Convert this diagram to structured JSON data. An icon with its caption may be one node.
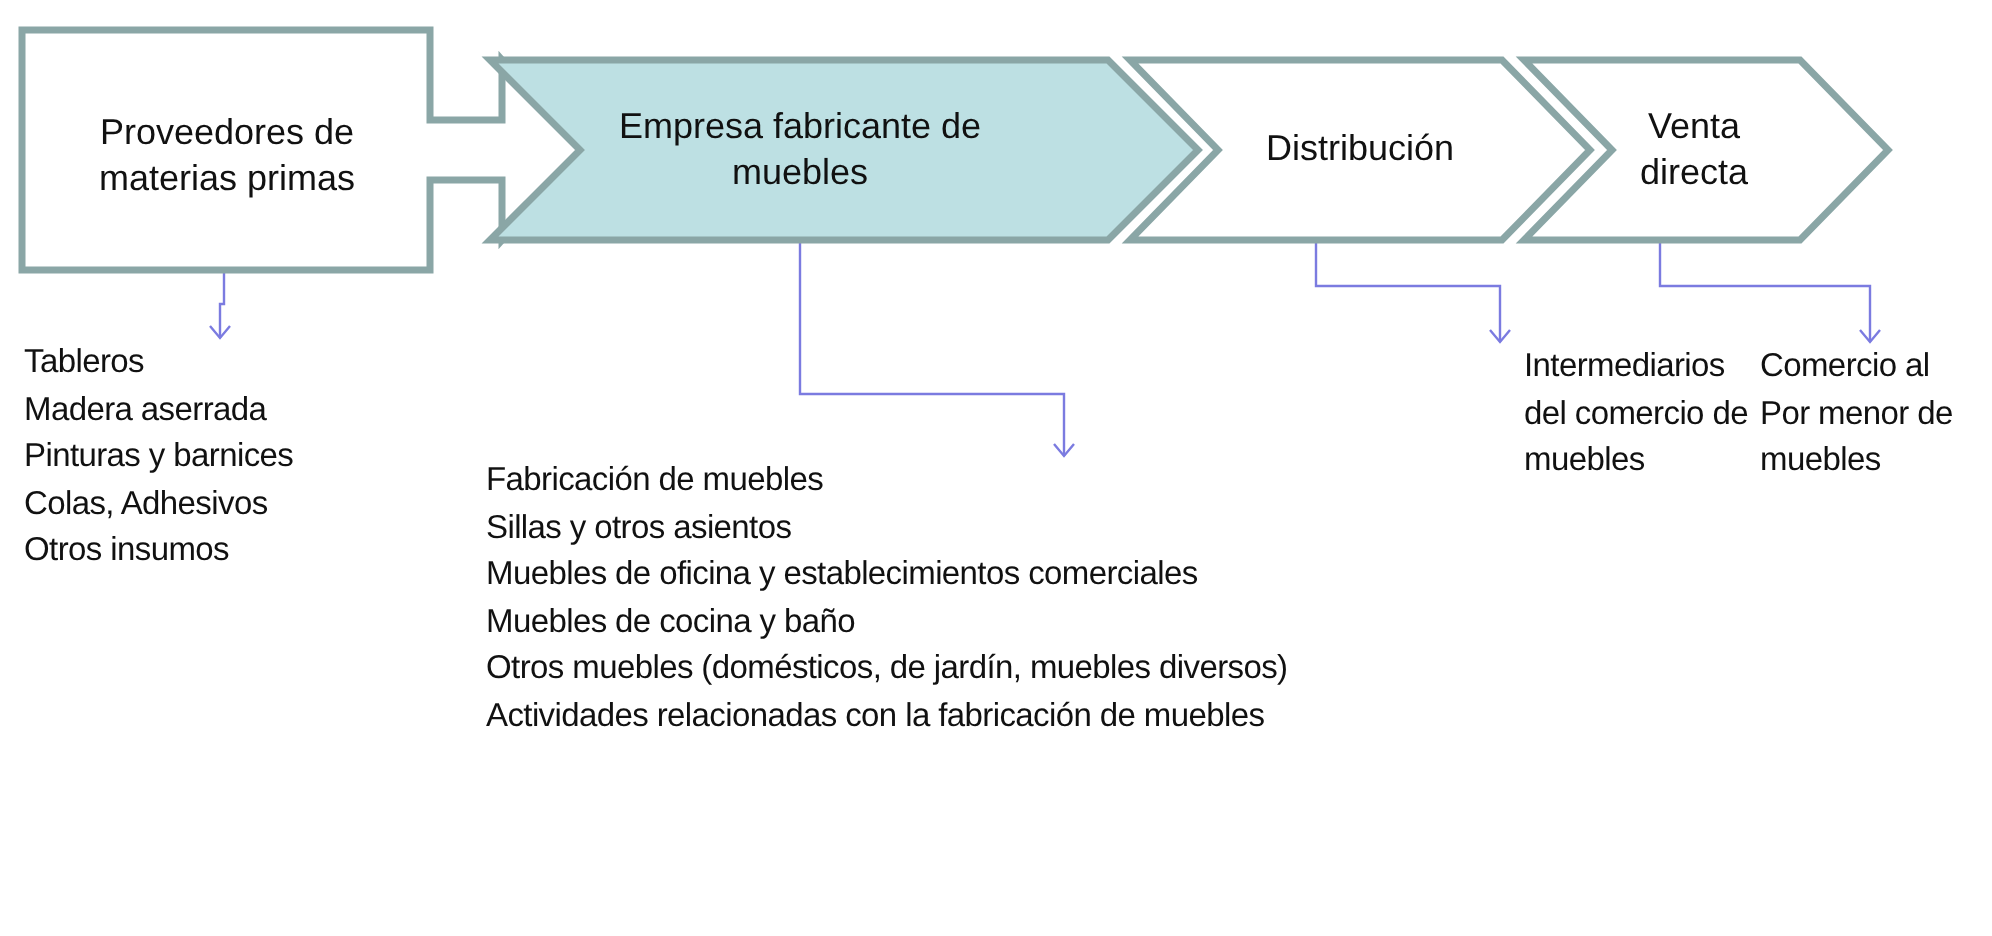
{
  "diagram": {
    "nodes": [
      {
        "text": [
          "Proveedores de materias primas"
        ]
      },
      {
        "text": [
          "Empresa fabricante de muebles"
        ]
      },
      {
        "text": [
          "Distribución"
        ]
      },
      {
        "text": [
          "Venta directa"
        ]
      },
      {
        "text": [
          "Tableros",
          "Madera aserrada",
          "Pinturas y barnices",
          "Colas, Adhesivos",
          "Otros insumos"
        ]
      },
      {
        "text": [
          "Fabricación de muebles",
          "Sillas y otros asientos",
          "Muebles de oficina y establecimientos comerciales",
          "Muebles de cocina y baño",
          "Otros muebles (domésticos, de jardín, muebles diversos)",
          "Actividades relacionadas con la fabricación de muebles"
        ]
      },
      {
        "text": [
          "Intermediarios del comercio de muebles"
        ]
      },
      {
        "text": [
          "Comercio al Por menor de muebles"
        ]
      }
    ],
    "edges": [
      {
        "from": 0,
        "to": 4,
        "arrow": "to"
      },
      {
        "from": 1,
        "to": 5,
        "arrow": "to"
      },
      {
        "from": 2,
        "to": 6,
        "arrow": "to"
      },
      {
        "from": 3,
        "to": 7,
        "arrow": "to"
      }
    ]
  }
}
